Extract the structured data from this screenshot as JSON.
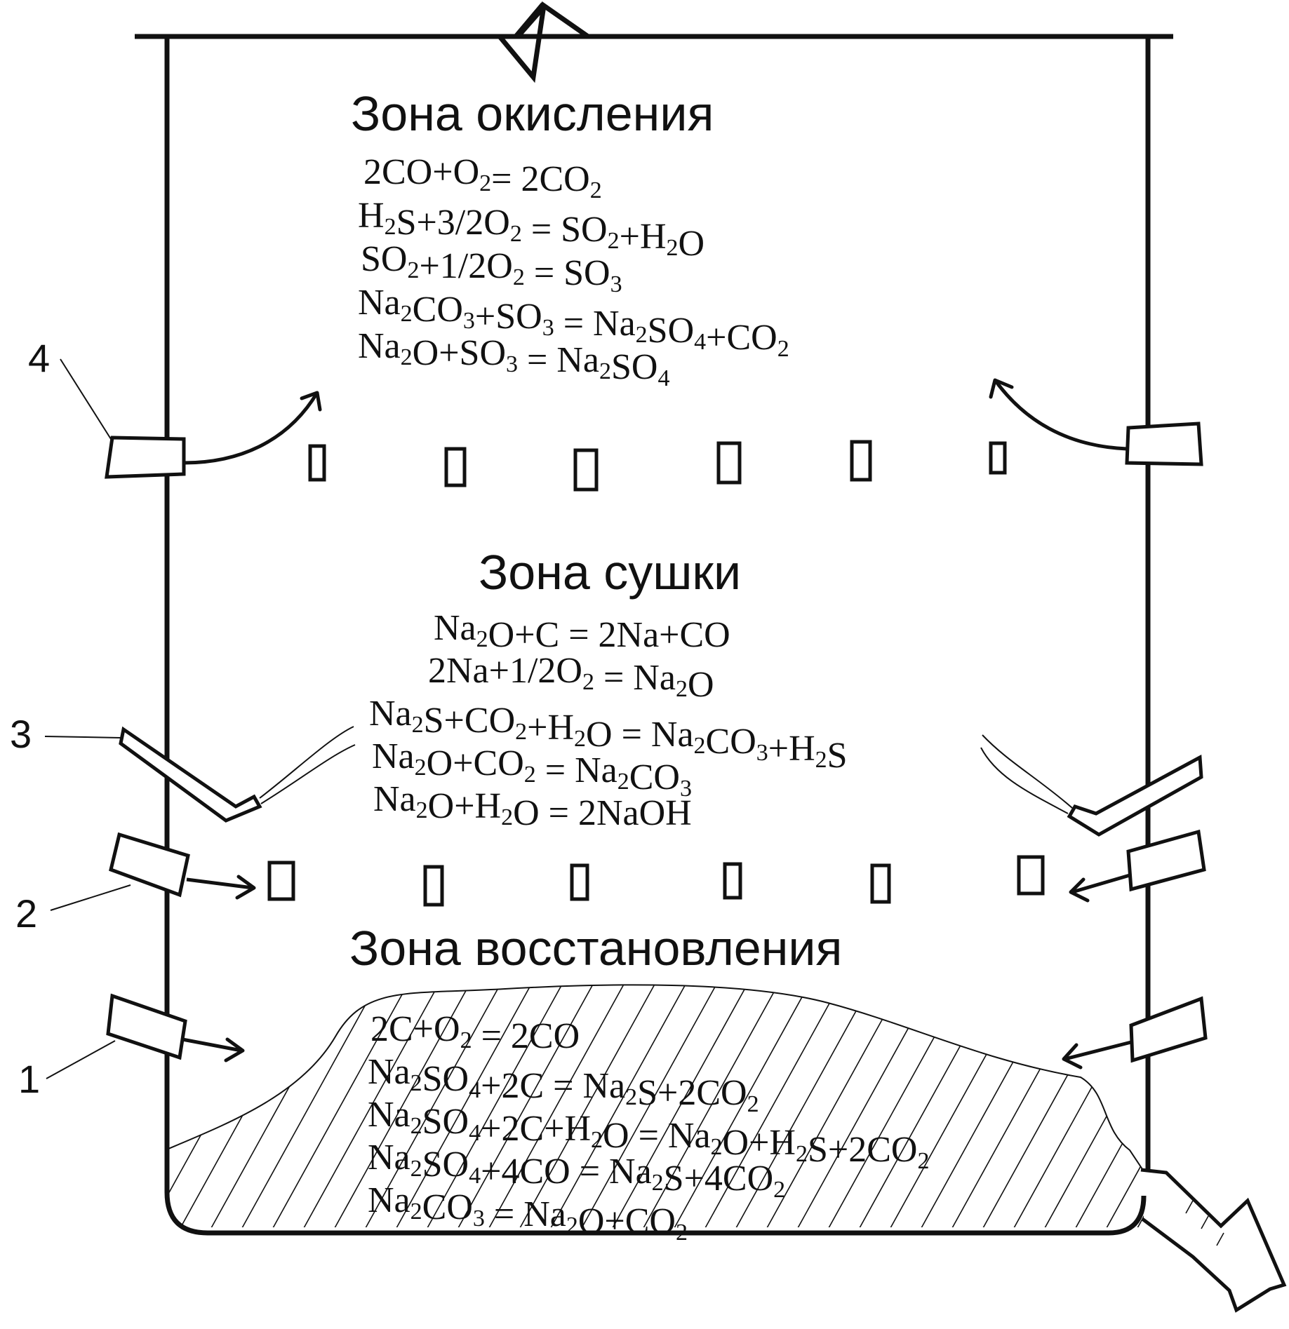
{
  "zones": {
    "oxidation": {
      "title": "Зона окисления",
      "equations": [
        "2CO+O_2= 2CO_2",
        "H_2S+3/2O_2  = SO_2+H_2O",
        "SO_2+1/2O_2 = SO_3",
        "Na_2CO_3+SO_3 = Na_2SO_4+CO_2",
        "Na_2O+SO_3 = Na_2SO_4"
      ]
    },
    "drying": {
      "title": "Зона сушки",
      "equations": [
        "Na_2O+C = 2Na+CO",
        "2Na+1/2O_2 = Na_2O",
        "Na_2S+CO_2+H_2O = Na_2CO_3+H_2S",
        "Na_2O+CO_2 = Na_2CO_3",
        "Na_2O+H_2O = 2NaOH"
      ]
    },
    "reduction": {
      "title": "Зона восстановления",
      "equations": [
        "2C+O_2 = 2CO",
        "Na_2SO_4+2C = Na_2S+2CO_2",
        "Na_2SO_4+2C+H_2O = Na_2O+H_2S+2CO_2",
        "Na_2SO_4+4CO = Na_2S+4CO_2",
        "Na_2CO_3 = Na_2O+CO_2"
      ]
    }
  },
  "callouts": [
    "4",
    "3",
    "2",
    "1"
  ]
}
